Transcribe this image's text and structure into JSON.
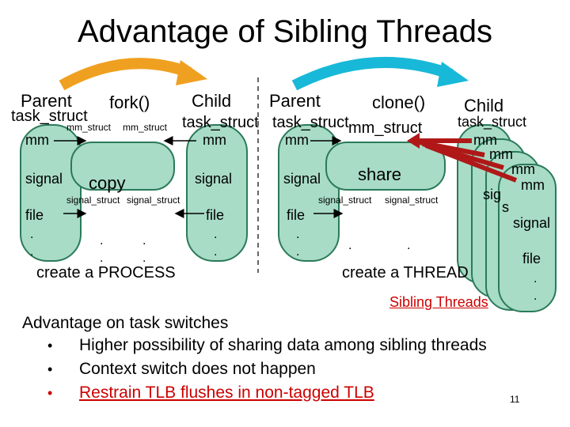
{
  "slide": {
    "title": "Advantage of Sibling Threads",
    "page_number": "11"
  },
  "process_side": {
    "parent_label": "Parent",
    "fork_label": "fork()",
    "child_label": "Child",
    "parent_task_struct": "task_struct",
    "child_task_struct": "task_struct",
    "parent_mm_struct": "mm_struct",
    "child_mm_struct": "mm_struct",
    "mm": "mm",
    "signal": "signal",
    "file": "file",
    "copy_label": "copy",
    "parent_signal_struct": "signal_struct",
    "child_signal_struct": "signal_struct",
    "dot": ".",
    "caption": "create a PROCESS"
  },
  "thread_side": {
    "parent_label": "Parent",
    "clone_label": "clone()",
    "child_label": "Child",
    "parent_task_struct": "task_struct",
    "child_task_struct": "task_struct",
    "mm_struct": "mm_struct",
    "mm": "mm",
    "signal": "signal",
    "file": "file",
    "share_label": "share",
    "signal_struct_a": "signal_struct",
    "signal_struct_b": "signal_struct",
    "dot": ".",
    "caption": "create a THREAD",
    "sibling_label": "Sibling Threads",
    "stack_mm": "mm",
    "stack_sig": "sig",
    "stack_s": "s",
    "stack_signal": "signal",
    "stack_file": "file"
  },
  "advantages": {
    "heading": "Advantage on task switches",
    "items": [
      {
        "bullet": "•",
        "text": "Higher possibility of sharing data among sibling threads"
      },
      {
        "bullet": "•",
        "text": "Context switch does not happen"
      },
      {
        "bullet": "•",
        "text": "Restrain TLB flushes in non-tagged TLB"
      }
    ]
  },
  "colors": {
    "box_fill": "#a8dcc6",
    "box_stroke": "#2b7a5a",
    "orange_arrow": "#f0a020",
    "cyan_arrow": "#18b8d8",
    "share_arrow": "#b01818",
    "highlight": "#cc0000"
  }
}
